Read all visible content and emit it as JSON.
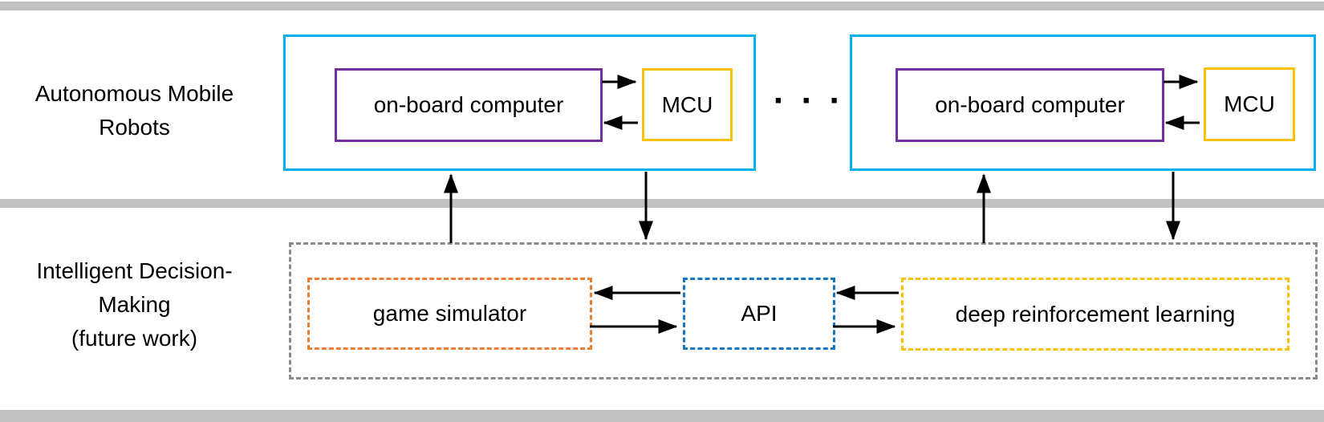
{
  "colors": {
    "bar": "#c1c1c1",
    "robot": "#00b0f0",
    "computer": "#7030a0",
    "mcu": "#ffc000",
    "container": "#8a8a8a",
    "game": "#ed7d31",
    "api": "#1677c6",
    "drl": "#ffc000",
    "arrow": "#000000",
    "text": "#000000"
  },
  "top_section": {
    "label": "Autonomous Mobile\nRobots",
    "robots": [
      {
        "computer_label": "on-board computer",
        "mcu_label": "MCU"
      },
      {
        "computer_label": "on-board computer",
        "mcu_label": "MCU"
      }
    ],
    "ellipsis": "· · ·"
  },
  "bottom_section": {
    "label": "Intelligent Decision-\nMaking\n(future work)",
    "game_simulator_label": "game simulator",
    "api_label": "API",
    "drl_label": "deep reinforcement learning"
  }
}
